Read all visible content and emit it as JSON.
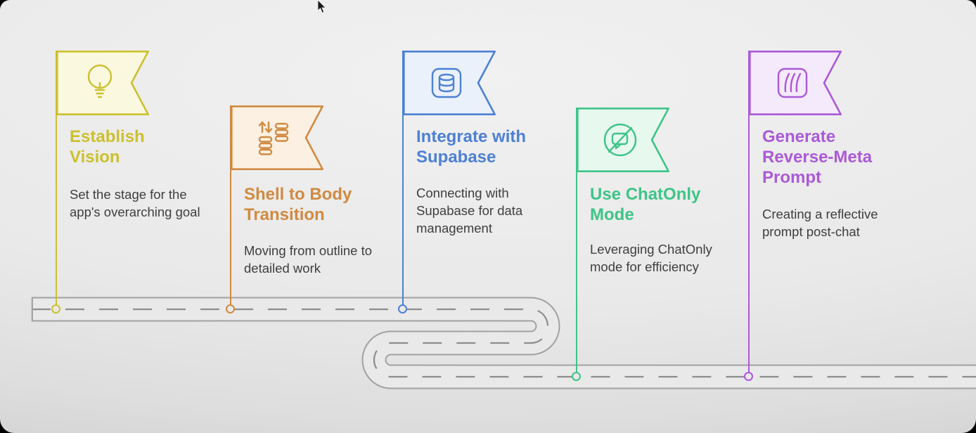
{
  "scene": {
    "background": "#e9e9e9",
    "road": {
      "edge_color": "#a1a1a1",
      "dash_color": "#8d8d8d",
      "surface_color": "#e9e9e9"
    }
  },
  "milestones": [
    {
      "title": "Establish Vision",
      "description": "Set the stage for the app's overarching goal",
      "color": "#ccc02d",
      "tint": "#fbf8e0",
      "icon": "lightbulb-icon"
    },
    {
      "title": "Shell to Body Transition",
      "description": "Moving from outline to detailed work",
      "color": "#d08a41",
      "tint": "#fbf0e2",
      "icon": "stack-transfer-icon"
    },
    {
      "title": "Integrate with Supabase",
      "description": "Connecting with Supabase for data management",
      "color": "#4c80d4",
      "tint": "#eaf1fb",
      "icon": "database-icon"
    },
    {
      "title": "Use ChatOnly Mode",
      "description": "Leveraging ChatOnly mode for efficiency",
      "color": "#3ec487",
      "tint": "#e7f8ef",
      "icon": "chat-slash-icon"
    },
    {
      "title": "Generate Reverse-Meta Prompt",
      "description": "Creating a reflective prompt post-chat",
      "color": "#ab59d8",
      "tint": "#f4eafb",
      "icon": "miro-chevrons-icon"
    }
  ]
}
